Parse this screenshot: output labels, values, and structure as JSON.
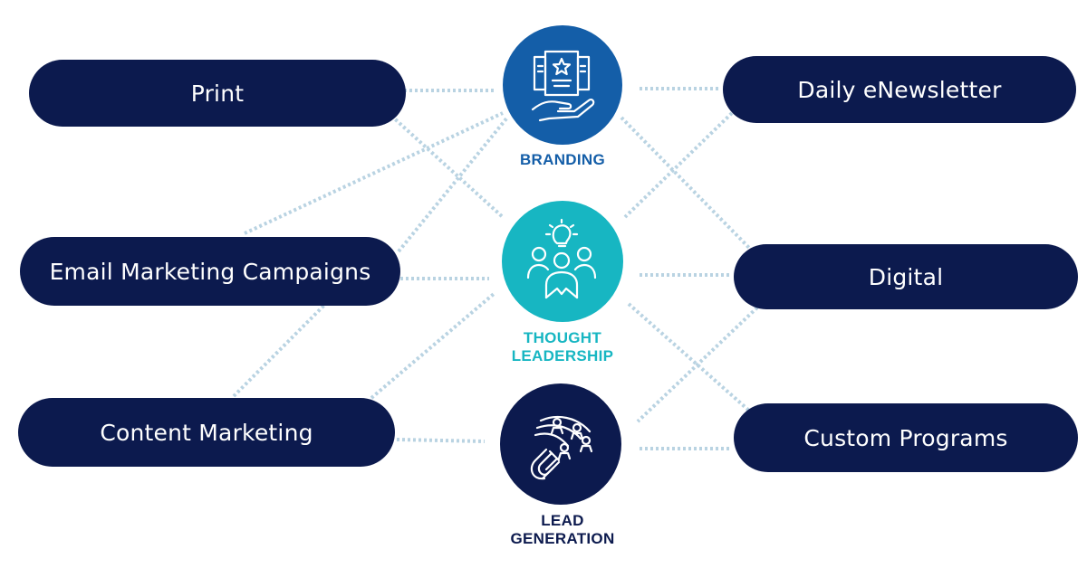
{
  "colors": {
    "pill_bg": "#0c1a4e",
    "pill_text": "#ffffff",
    "connector": "#b9d3e2",
    "branding": "#145ea8",
    "thought_leadership": "#17b6c2",
    "lead_generation": "#0c1a4e"
  },
  "channels": {
    "print": "Print",
    "email": "Email Marketing Campaigns",
    "content": "Content Marketing",
    "enewsletter": "Daily eNewsletter",
    "digital": "Digital",
    "custom": "Custom Programs"
  },
  "hubs": {
    "branding": {
      "label": [
        "BRANDING"
      ],
      "icon": "award-certificate-in-hand-icon"
    },
    "thought_leadership": {
      "label": [
        "THOUGHT",
        "LEADERSHIP"
      ],
      "icon": "idea-lightbulb-group-icon"
    },
    "lead_generation": {
      "label": [
        "LEAD",
        "GENERATION"
      ],
      "icon": "magnet-attracting-people-icon"
    }
  },
  "connections": [
    [
      "print",
      "branding"
    ],
    [
      "print",
      "thought_leadership"
    ],
    [
      "email",
      "branding"
    ],
    [
      "email",
      "thought_leadership"
    ],
    [
      "content",
      "branding"
    ],
    [
      "content",
      "thought_leadership"
    ],
    [
      "content",
      "lead_generation"
    ],
    [
      "enewsletter",
      "branding"
    ],
    [
      "enewsletter",
      "thought_leadership"
    ],
    [
      "digital",
      "branding"
    ],
    [
      "digital",
      "thought_leadership"
    ],
    [
      "digital",
      "lead_generation"
    ],
    [
      "custom",
      "thought_leadership"
    ],
    [
      "custom",
      "lead_generation"
    ]
  ]
}
